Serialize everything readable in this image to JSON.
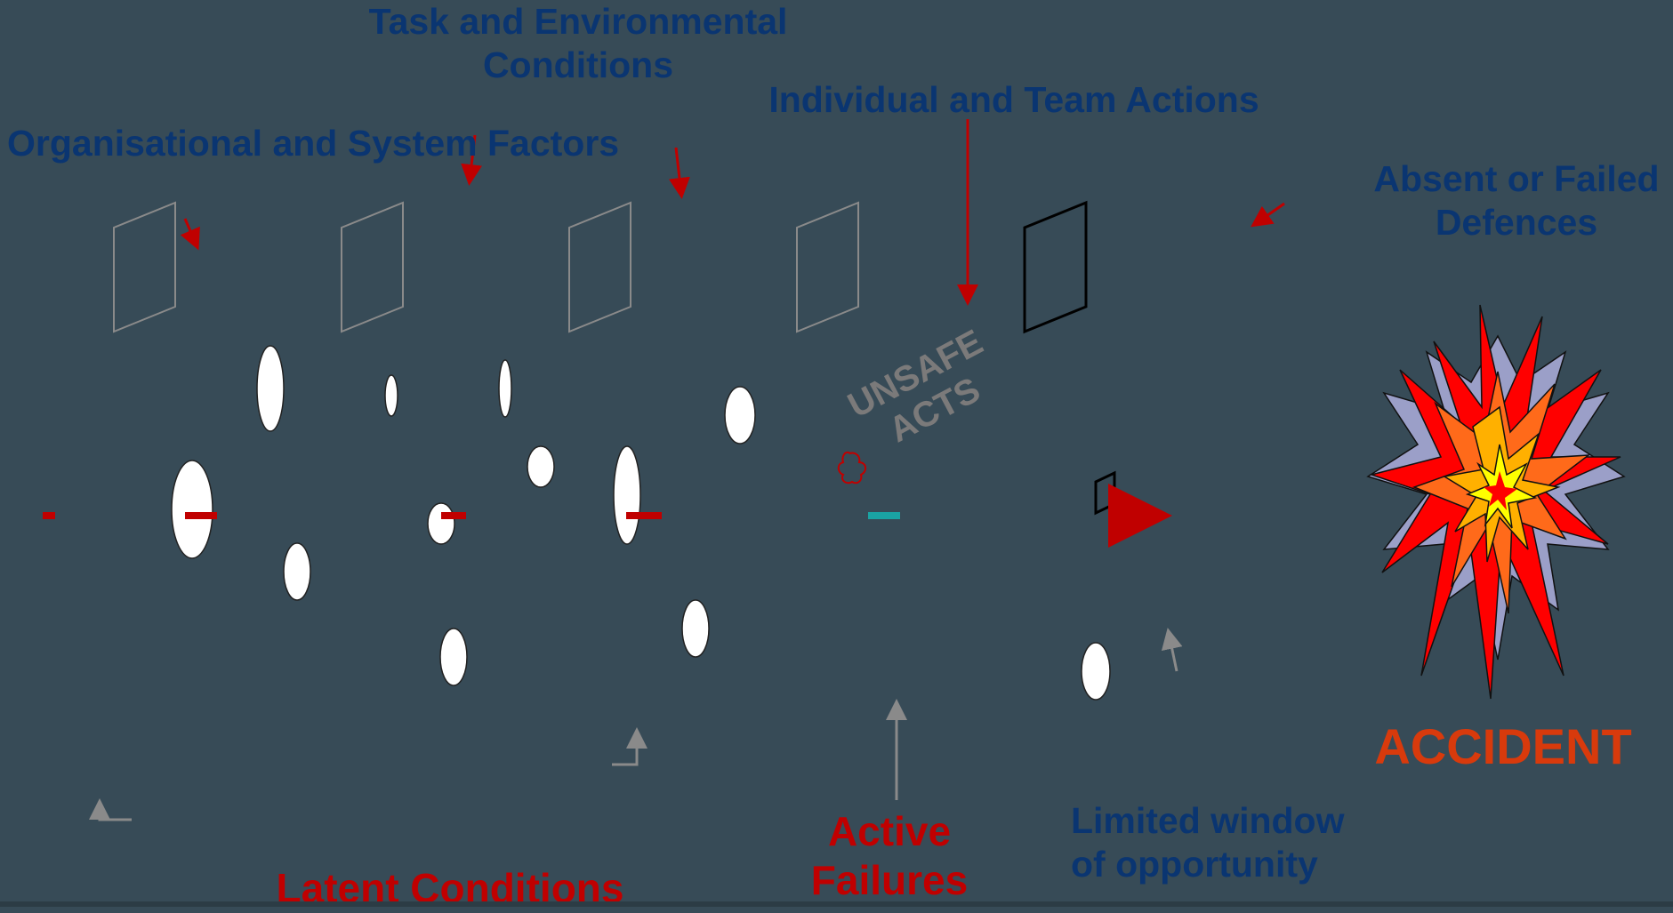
{
  "labels": {
    "organisational": "Organisational and System Factors",
    "task": "Task and Environmental Conditions",
    "individual": "Individual and Team Actions",
    "absent": "Absent or Failed Defences",
    "unsafe": "UNSAFE ACTS",
    "latent": "Latent Conditions",
    "active": "Active Failures",
    "window": "Limited window of opportunity",
    "accident": "ACCIDENT"
  },
  "colors": {
    "background": "#374b57",
    "label_blue": "#0a3571",
    "label_red": "#c00000",
    "accident": "#d83a0c",
    "trajectory_teal": "#1aa3a3"
  }
}
